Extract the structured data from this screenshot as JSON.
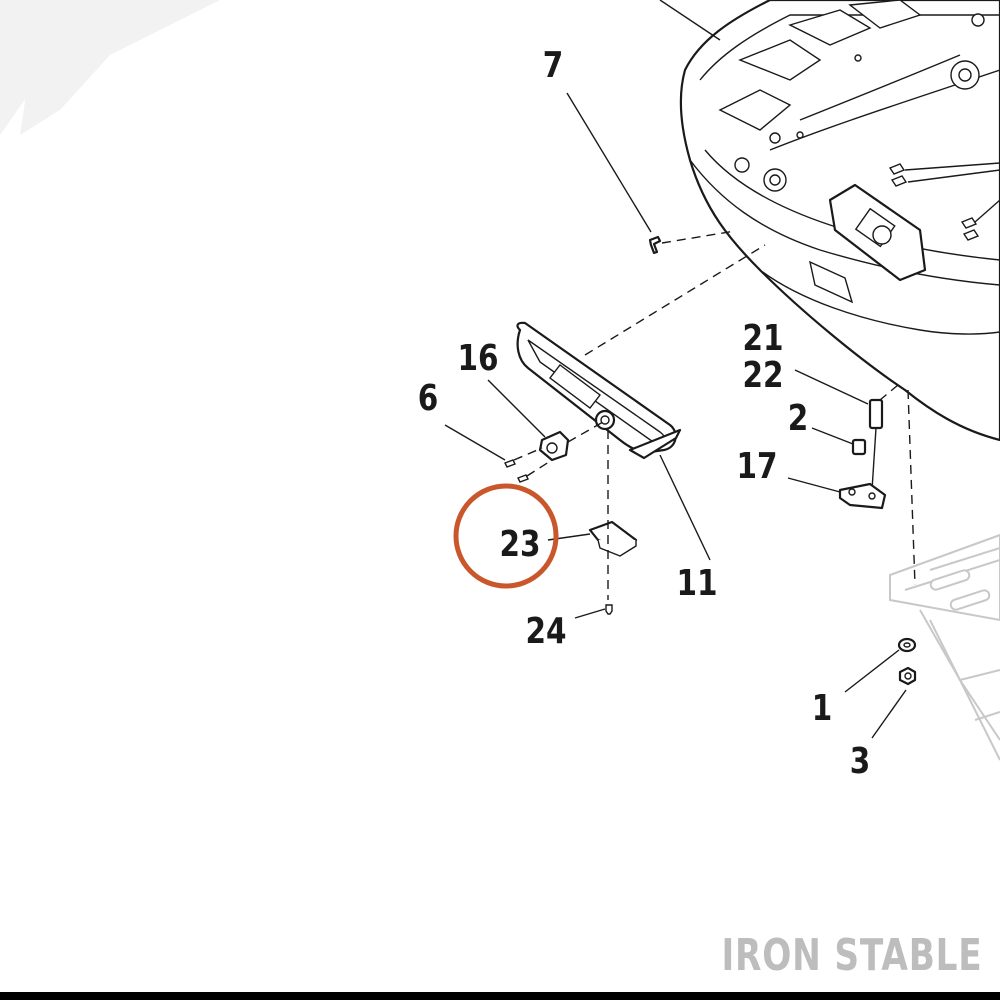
{
  "callouts": {
    "c7": "7",
    "c16": "16",
    "c6": "6",
    "c23": "23",
    "c24": "24",
    "c11": "11",
    "c21": "21",
    "c22": "22",
    "c2": "2",
    "c17": "17",
    "c1": "1",
    "c3": "3"
  },
  "brand": "IRON STABLE",
  "highlight": {
    "part": "23",
    "color": "#c9572b"
  },
  "colors": {
    "ink": "#1a1a1a",
    "watermark": "#bdbdbd",
    "frame": "#000000",
    "rack": "#c8c8c8"
  }
}
